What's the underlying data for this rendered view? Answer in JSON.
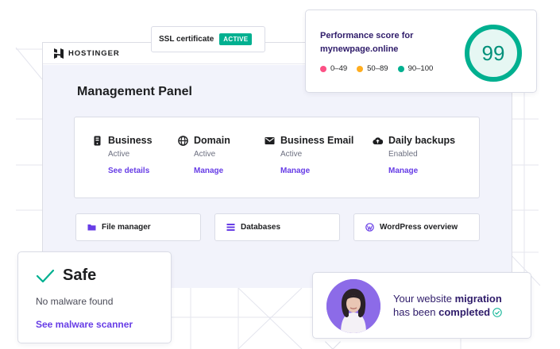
{
  "brand": {
    "logo_text": "HOSTINGER"
  },
  "ssl": {
    "label": "SSL certificate",
    "badge": "ACTIVE"
  },
  "performance": {
    "title_line1": "Performance score for",
    "title_line2": "mynewpage.online",
    "score": "99",
    "score_value": 99,
    "legend": [
      {
        "label": "0–49",
        "color": "#fc5185"
      },
      {
        "label": "50–89",
        "color": "#ffad1f"
      },
      {
        "label": "90–100",
        "color": "#00b090"
      }
    ]
  },
  "panel": {
    "title": "Management Panel",
    "services": [
      {
        "icon": "server-icon",
        "title": "Business",
        "status": "Active",
        "link": "See details"
      },
      {
        "icon": "globe-icon",
        "title": "Domain",
        "status": "Active",
        "link": "Manage"
      },
      {
        "icon": "mail-icon",
        "title": "Business Email",
        "status": "Active",
        "link": "Manage"
      },
      {
        "icon": "cloud-upload-icon",
        "title": "Daily backups",
        "status": "Enabled",
        "link": "Manage"
      }
    ],
    "tools": [
      {
        "icon": "folder-icon",
        "label": "File manager"
      },
      {
        "icon": "database-icon",
        "label": "Databases"
      },
      {
        "icon": "wordpress-icon",
        "label": "WordPress overview"
      }
    ]
  },
  "safe": {
    "title": "Safe",
    "subtitle": "No malware found",
    "link": "See malware scanner"
  },
  "migration": {
    "text_part1": "Your website ",
    "text_bold1": "migration",
    "text_part2": "has been ",
    "text_bold2": "completed"
  },
  "colors": {
    "accent": "#673de6",
    "success": "#00b090",
    "panel_bg": "#f2f3fb",
    "dark": "#2f1c6a"
  }
}
